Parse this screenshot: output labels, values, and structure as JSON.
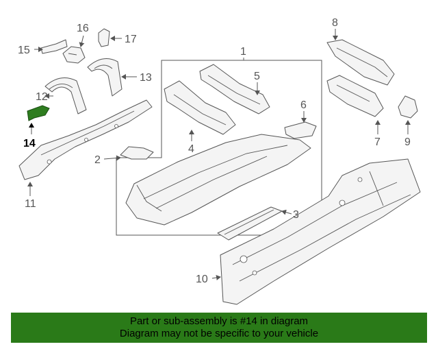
{
  "callouts": {
    "c1": "1",
    "c2": "2",
    "c3": "3",
    "c4": "4",
    "c5": "5",
    "c6": "6",
    "c7": "7",
    "c8": "8",
    "c9": "9",
    "c10": "10",
    "c11": "11",
    "c12": "12",
    "c13": "13",
    "c14": "14",
    "c15": "15",
    "c16": "16",
    "c17": "17"
  },
  "highlight": {
    "part": "14",
    "color": "#2e7d1f"
  },
  "banner": {
    "line1": "Part or sub-assembly is #14 in diagram",
    "line2": "Diagram may not be specific to your vehicle",
    "color": "#2a7a18"
  }
}
